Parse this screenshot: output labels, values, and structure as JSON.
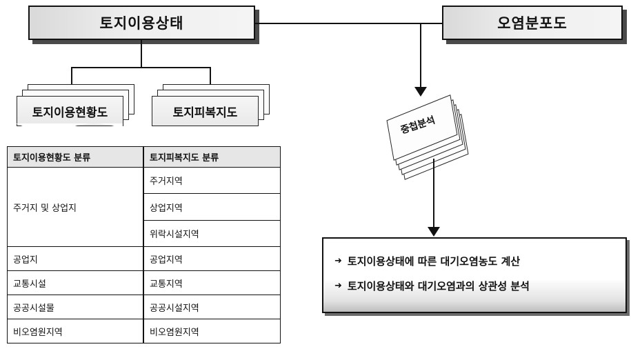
{
  "header_left": "토지이용상태",
  "header_right": "오염분포도",
  "doc_left": "토지이용현황도",
  "doc_right": "토지피복지도",
  "overlap_label": "중첩분석",
  "table_left": {
    "header": "토지이용현황도 분류",
    "rows": [
      "주거지 및 상업지",
      "공업지",
      "교통시설",
      "공공시설물",
      "비오염원지역"
    ]
  },
  "table_right": {
    "header": "토지피복지도 분류",
    "rows": [
      "주거지역",
      "상업지역",
      "위락시설지역",
      "공업지역",
      "교통지역",
      "공공시설지역",
      "비오염원지역"
    ]
  },
  "results": [
    "토지이용상태에 따른 대기오염농도 계산",
    "토지이용상태와 대기오염과의 상관성 분석"
  ],
  "bullet_icon": "arrow-icon"
}
